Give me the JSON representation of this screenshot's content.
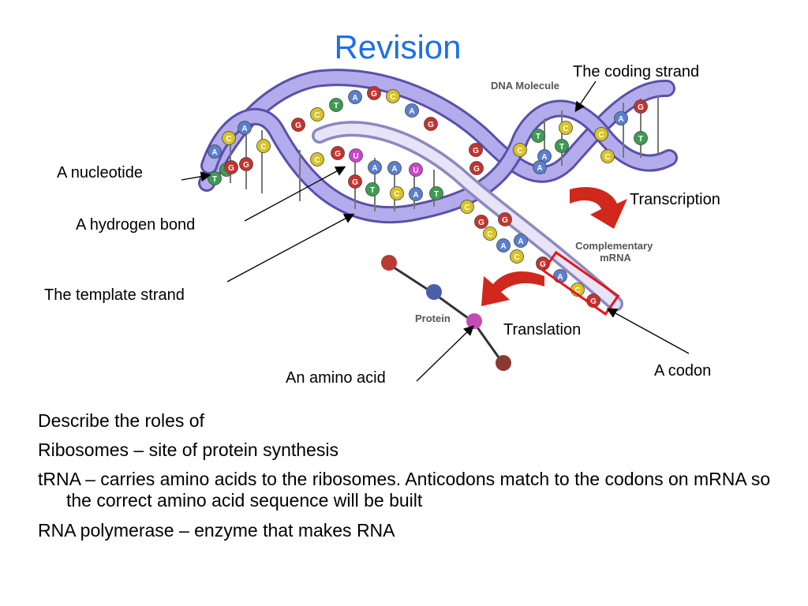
{
  "slide": {
    "title": "Revision"
  },
  "figure": {
    "dna_molecule_label": "DNA Molecule",
    "complementary_mrna_label": "Complementary\nmRNA",
    "protein_label": "Protein",
    "annotations": {
      "coding_strand": "The coding strand",
      "nucleotide": "A nucleotide",
      "transcription": "Transcription",
      "hydrogen_bond": "A hydrogen bond",
      "template_strand": "The template strand",
      "translation": "Translation",
      "amino_acid": "An amino acid",
      "codon": "A codon"
    },
    "colors": {
      "backbone": "#a9a2e0",
      "backbone_edge": "#5b50a8",
      "arrow": "#d0281c",
      "codon_box": "#e3161e",
      "base_C": "#d8c326",
      "base_G": "#c4332e",
      "base_A": "#5a7fd0",
      "base_T": "#3e9b52",
      "base_U": "#cc44cc"
    },
    "bases_top": [
      "G",
      "C",
      "T",
      "A",
      "G",
      "C",
      "A",
      "G"
    ],
    "bases_mrna": [
      "C",
      "G",
      "C",
      "A",
      "C",
      "G",
      "A",
      "C",
      "G",
      "A",
      "G"
    ]
  },
  "body": {
    "heading": "Describe the roles of",
    "lines": [
      "Ribosomes – site of protein synthesis",
      "tRNA – carries amino acids to the ribosomes. Anticodons match to the codons on mRNA so the correct amino acid sequence will be built",
      "RNA polymerase – enzyme that makes RNA"
    ]
  }
}
